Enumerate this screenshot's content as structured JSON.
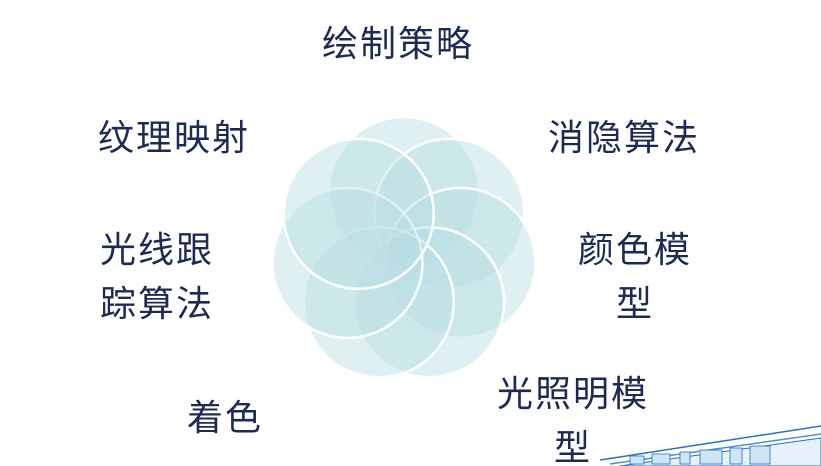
{
  "diagram": {
    "center_fill": "#b8dde2",
    "petal_stroke": "#ffffff",
    "text_color": "#1c2a55",
    "labels": {
      "top": "绘制策略",
      "top_right": "消隐算法",
      "top_left": "纹理映射",
      "right_mid_line1": "颜色模",
      "right_mid_line2": "型",
      "left_mid_line1": "光线跟",
      "left_mid_line2": "踪算法",
      "bottom_right_line1": "光照明模",
      "bottom_right_line2": "型",
      "bottom_left": "着色"
    }
  },
  "decoration": {
    "accent": "#2a6fbf"
  }
}
